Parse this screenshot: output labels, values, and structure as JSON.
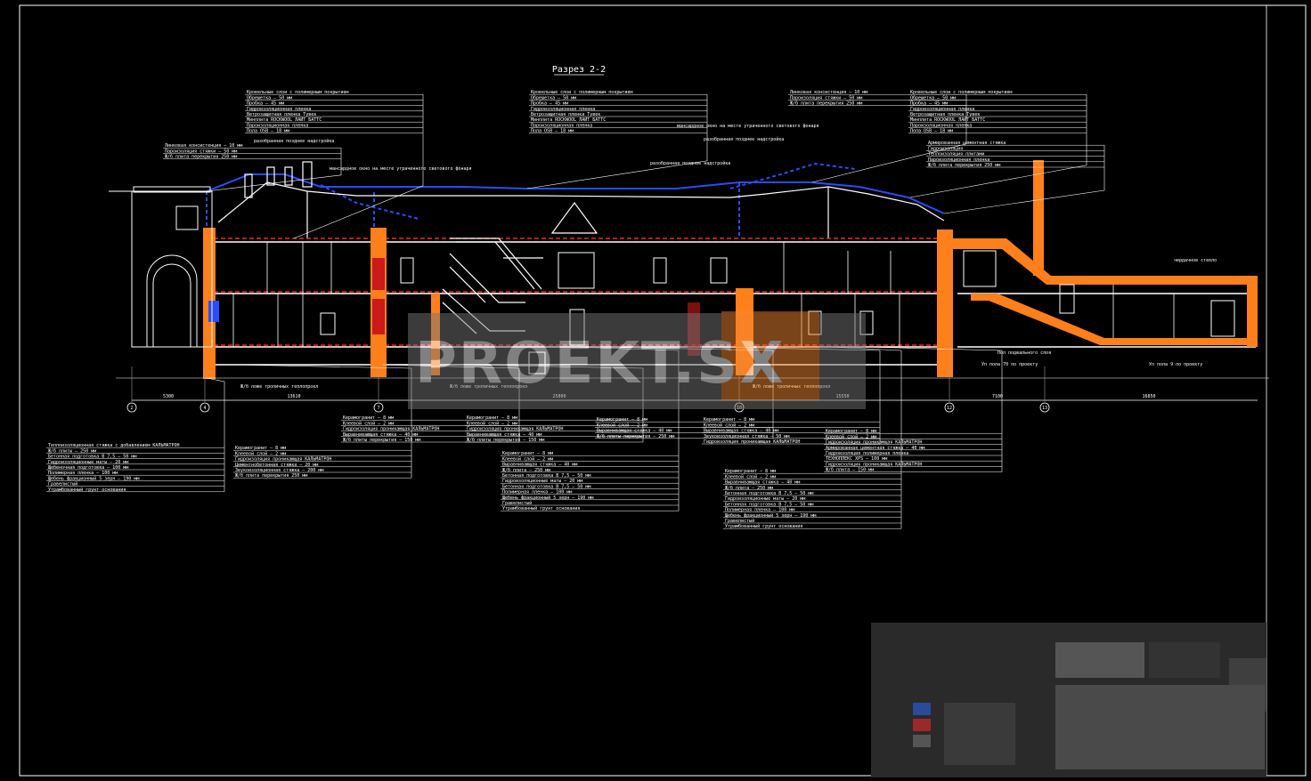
{
  "drawing": {
    "title": "Разрез 2-2",
    "watermark": "PROEKT.SX"
  },
  "colors": {
    "background": "#000000",
    "line": "#ffffff",
    "wall": "#ff7f1a",
    "roof_blue": "#2a4cff",
    "section_red": "#ff2020",
    "grid": "#9a9a9a"
  },
  "top_annotations": [
    "разобранная позднее надстройка",
    "мансардное окно на месте утраченного светового фонаря",
    "разобранная позднее надстройка",
    "мансардное окно на месте утраченного светового фонаря",
    "разобранная позднее надстройка"
  ],
  "right_notes": [
    "чердачное стекло",
    "Пол подвального слоя",
    "Уп пола 70 по проекту",
    "Уп пола 9 по проекту"
  ],
  "axes": {
    "markers": [
      "2",
      "4",
      "7",
      "10",
      "12",
      "13"
    ],
    "dimensions": [
      "5300",
      "13610",
      "25800",
      "15550",
      "7100",
      "16850"
    ]
  },
  "bottom_labels": [
    "Ж/б ложе тропичных теплопрокл",
    "Ж/б ложе тропичных теплопрокл",
    "Ж/б ложе тропичных теплопрокл"
  ],
  "callouts": [
    {
      "name": "roof-layers-a",
      "lines": [
        "Кровельные слои с полимерным покрытием",
        "Обрешетка – 50 мм",
        "Пробка – 45 мм",
        "Гидроизоляционная пленка",
        "Ветрозащитная пленка Тувек",
        "Минплита ROCKWOOL ЛАЙТ БАТТС",
        "Пароизоляционная пленка",
        "Пола OSB – 18 мм"
      ]
    },
    {
      "name": "roof-layers-b",
      "lines": [
        "Кровельные слои с полимерным покрытием",
        "Обрешетка – 50 мм",
        "Пробка – 45 мм",
        "Гидроизоляционная пленка",
        "Ветрозащитная пленка Тувек",
        "Минплита ROCKWOOL ЛАЙТ БАТТС",
        "Пароизоляционная пленка",
        "Пола OSB – 18 мм"
      ]
    },
    {
      "name": "roof-layers-c",
      "lines": [
        "Линковая консистенция – 10 мм",
        "Пароизоляция стяжки – 50 мм",
        "Ж/б плита перекрытия 250 мм"
      ]
    },
    {
      "name": "roof-layers-d",
      "lines": [
        "Кровельные слои с полимерным покрытием",
        "Обрешетка – 50 мм",
        "Пробка – 45 мм",
        "Гидроизоляционная пленка",
        "Ветрозащитная пленка Тувек",
        "Минплита ROCKWOOL ЛАЙТ БАТТС",
        "Пароизоляционная пленка",
        "Пола OSB – 18 мм"
      ]
    },
    {
      "name": "roof-layers-e",
      "lines": [
        "Армированная цементная стяжка",
        "Гидроизоляция",
        "Теплоизоляция плитами",
        "Пароизоляционная пленка",
        "Ж/б плита перекрытия 250 мм"
      ]
    },
    {
      "name": "roof-layers-f",
      "lines": [
        "Линковая консистенция – 10 мм",
        "Пароизоляция стяжки – 50 мм",
        "Ж/б плита перекрытия 250 мм"
      ]
    },
    {
      "name": "floor-layers-1",
      "lines": [
        "Теплоизоляционная стяжка с добавлением КАЛЬМАТРОН",
        "Ж/б плиты – 250 мм",
        "Бетонная подготовка В 7,5 – 50 мм",
        "Гидроизоляционные маты – 20 мм",
        "Щебеночная подготовка – 100 мм",
        "Полимерная пленка – 100 мм",
        "Щебень фракционный 5 зерн – 190 мм",
        "Гравелистый",
        "Утрамбованный грунт основания"
      ]
    },
    {
      "name": "floor-layers-2",
      "lines": [
        "Керамогранит – 8 мм",
        "Клеевой слой – 2 мм",
        "Гидроизоляция проникающая КАЛЬМАТРОН",
        "Цементнобетонная стяжка – 20 мм",
        "Звукоизоляционная стяжка – 200 мм",
        "Ж/б плита перекрытия 250 мм"
      ]
    },
    {
      "name": "floor-layers-3",
      "lines": [
        "Керамогранит – 8 мм",
        "Клеевой слой – 2 мм",
        "Гидроизоляция проникающая КАЛЬМАТРОН",
        "Выравнивающая стяжка – 40 мм",
        "Ж/б плиты перекрытия – 150 мм"
      ]
    },
    {
      "name": "floor-layers-4",
      "lines": [
        "Керамогранит – 8 мм",
        "Клеевой слой – 2 мм",
        "Гидроизоляция проникающая КАЛЬМАТРОН",
        "Выравнивающая стяжка – 40 мм",
        "Ж/б плиты перекрытия – 150 мм"
      ]
    },
    {
      "name": "floor-layers-5",
      "lines": [
        "Керамогранит – 8 мм",
        "Клеевой слой – 2 мм",
        "Выравнивающая стяжка – 40 мм",
        "Ж/б плиты перекрытия – 250 мм"
      ]
    },
    {
      "name": "floor-layers-6",
      "lines": [
        "Керамогранит – 8 мм",
        "Клеевой слой – 2 мм",
        "Выравнивающая стяжка – 40 мм",
        "Ж/б плита – 250 мм",
        "Бетонная подготовка В 7,5 – 50 мм",
        "Гидроизоляционные маты – 20 мм",
        "Бетонная подготовка В 7,5 – 50 мм",
        "Полимерная пленка – 100 мм",
        "Щебень фракционный 5 зерн – 190 мм",
        "Гравелистый",
        "Утрамбованный грунт основания"
      ]
    },
    {
      "name": "floor-layers-7",
      "lines": [
        "Керамогранит – 8 мм",
        "Клеевой слой – 2 мм",
        "Выравнивающая стяжка – 40 мм",
        "Звукоизоляционная стяжка – 50 мм",
        "Гидроизоляция проникающая КАЛЬМАТРОН"
      ]
    },
    {
      "name": "floor-layers-8",
      "lines": [
        "Керамогранит – 8 мм",
        "Клеевой слой – 2 мм",
        "Выравнивающая стяжка – 40 мм",
        "Ж/б плита – 250 мм",
        "Бетонная подготовка В 7,5 – 50 мм",
        "Гидроизоляционные маты – 20 мм",
        "Бетонная подготовка В 7,5 – 50 мм",
        "Полимерная пленка – 100 мм",
        "Щебень фракционный 5 зерн – 190 мм",
        "Гравелистый",
        "Утрамбованный грунт основания"
      ]
    },
    {
      "name": "floor-layers-9",
      "lines": [
        "Керамогранит – 8 мм",
        "Клеевой слой – 2 мм",
        "Гидроизоляция проникающая КАЛЬМАТРОН",
        "Армированная цементная стяжка – 40 мм",
        "Гидроизоляция полимерная пленка",
        "ТЕХНОПЛЕКС XPS – 100 мм",
        "Гидроизоляция проникающая КАЛЬМАТРОН",
        "Ж/б плита – 150 мм"
      ]
    }
  ]
}
